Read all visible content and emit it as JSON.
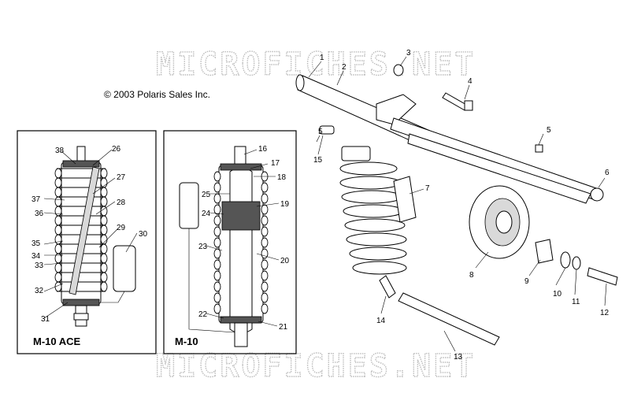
{
  "watermark": "MICROFICHES.NET",
  "copyright": "© 2003 Polaris Sales Inc.",
  "insets": {
    "left_label": "M-10 ACE",
    "right_label": "M-10"
  },
  "callouts": [
    "1",
    "2",
    "3",
    "4",
    "5",
    "5",
    "6",
    "7",
    "8",
    "9",
    "10",
    "11",
    "12",
    "13",
    "14",
    "15",
    "16",
    "17",
    "18",
    "19",
    "20",
    "21",
    "22",
    "23",
    "24",
    "25",
    "26",
    "27",
    "28",
    "29",
    "30",
    "31",
    "32",
    "33",
    "34",
    "35",
    "36",
    "37",
    "38"
  ]
}
